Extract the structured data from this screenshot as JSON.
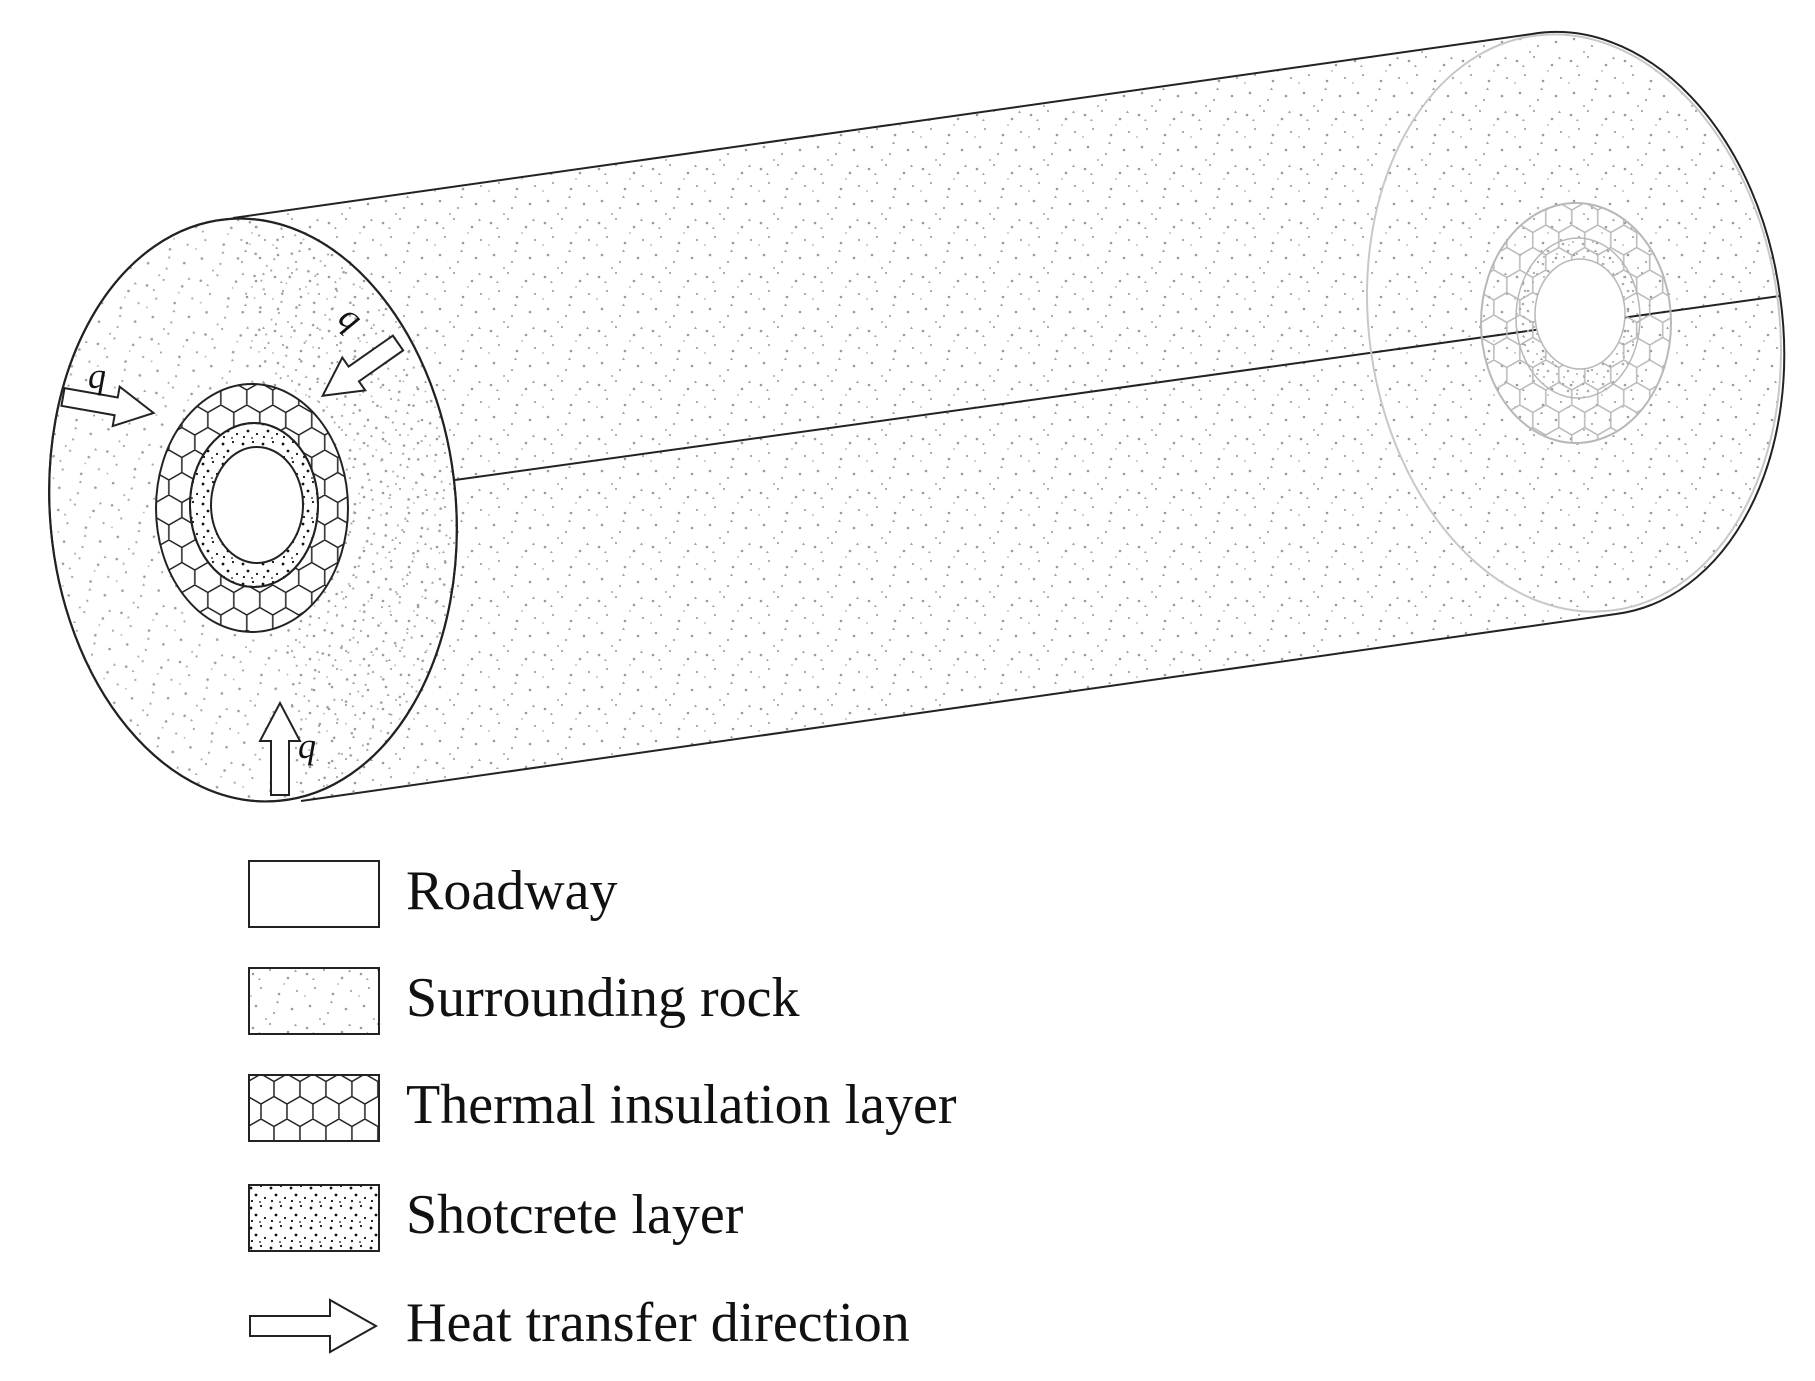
{
  "diagram": {
    "flux_symbol": "q",
    "legend": [
      {
        "label": "Roadway"
      },
      {
        "label": "Surrounding rock"
      },
      {
        "label": "Thermal insulation layer"
      },
      {
        "label": "Shotcrete layer"
      },
      {
        "label": "Heat transfer direction"
      }
    ]
  }
}
